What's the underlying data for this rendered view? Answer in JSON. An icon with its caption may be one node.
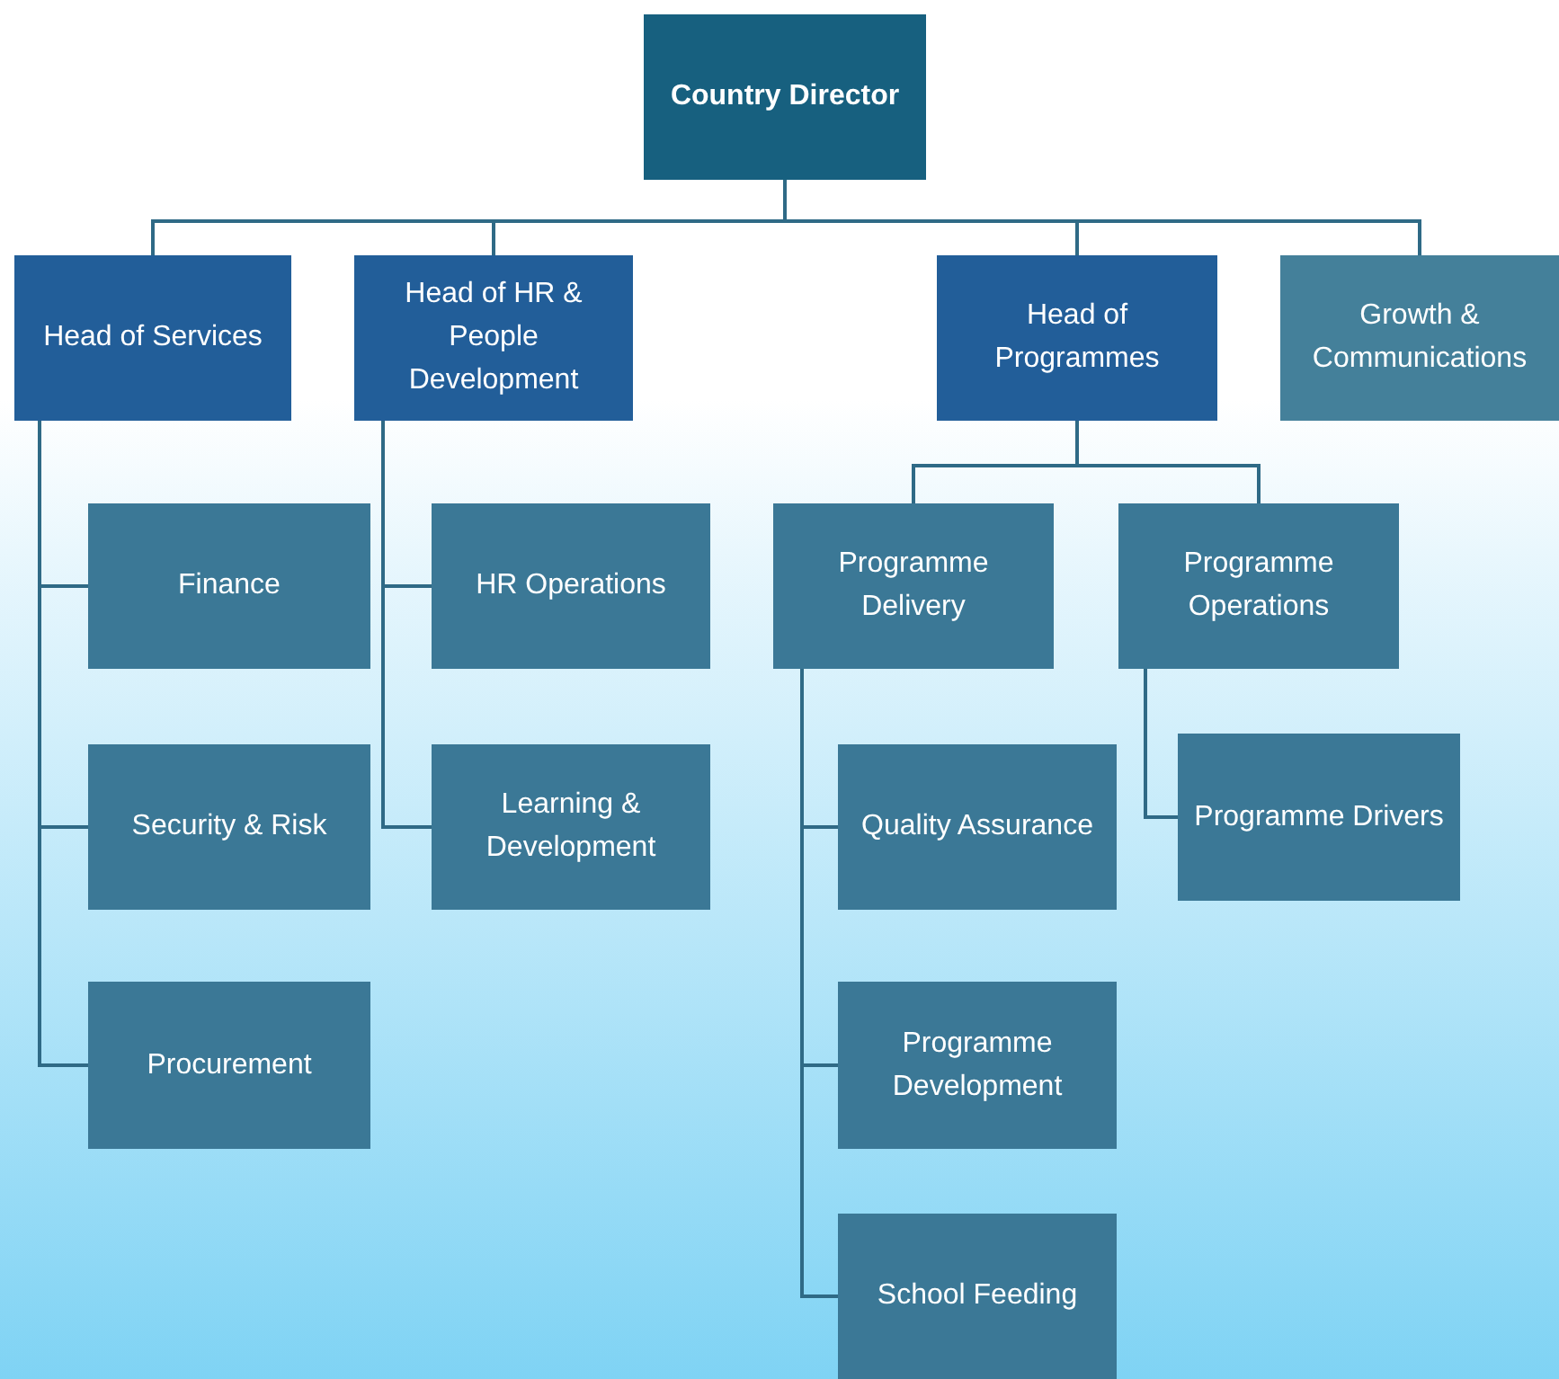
{
  "diagram": {
    "nodes": [
      {
        "text": [
          "Country Director"
        ]
      },
      {
        "text": [
          "Head of Services"
        ]
      },
      {
        "text": [
          "Head of HR & People Development"
        ]
      },
      {
        "text": [
          "Head of Programmes"
        ]
      },
      {
        "text": [
          "Growth & Communications"
        ]
      },
      {
        "text": [
          "Finance"
        ]
      },
      {
        "text": [
          "Security & Risk"
        ]
      },
      {
        "text": [
          "Procurement"
        ]
      },
      {
        "text": [
          "HR Operations"
        ]
      },
      {
        "text": [
          "Learning & Development"
        ]
      },
      {
        "text": [
          "Programme Delivery"
        ]
      },
      {
        "text": [
          "Programme Operations"
        ]
      },
      {
        "text": [
          "Quality Assurance"
        ]
      },
      {
        "text": [
          "Programme Development"
        ]
      },
      {
        "text": [
          "School Feeding"
        ]
      },
      {
        "text": [
          "Programme Drivers"
        ]
      }
    ],
    "edges": [
      {
        "from": 0,
        "to": 1,
        "arrow": "none"
      },
      {
        "from": 0,
        "to": 2,
        "arrow": "none"
      },
      {
        "from": 0,
        "to": 3,
        "arrow": "none"
      },
      {
        "from": 0,
        "to": 4,
        "arrow": "none"
      },
      {
        "from": 1,
        "to": 5,
        "arrow": "none"
      },
      {
        "from": 1,
        "to": 6,
        "arrow": "none"
      },
      {
        "from": 1,
        "to": 7,
        "arrow": "none"
      },
      {
        "from": 2,
        "to": 8,
        "arrow": "none"
      },
      {
        "from": 2,
        "to": 9,
        "arrow": "none"
      },
      {
        "from": 3,
        "to": 10,
        "arrow": "none"
      },
      {
        "from": 3,
        "to": 11,
        "arrow": "none"
      },
      {
        "from": 10,
        "to": 12,
        "arrow": "none"
      },
      {
        "from": 10,
        "to": 13,
        "arrow": "none"
      },
      {
        "from": 10,
        "to": 14,
        "arrow": "none"
      },
      {
        "from": 11,
        "to": 15,
        "arrow": "none"
      }
    ]
  }
}
